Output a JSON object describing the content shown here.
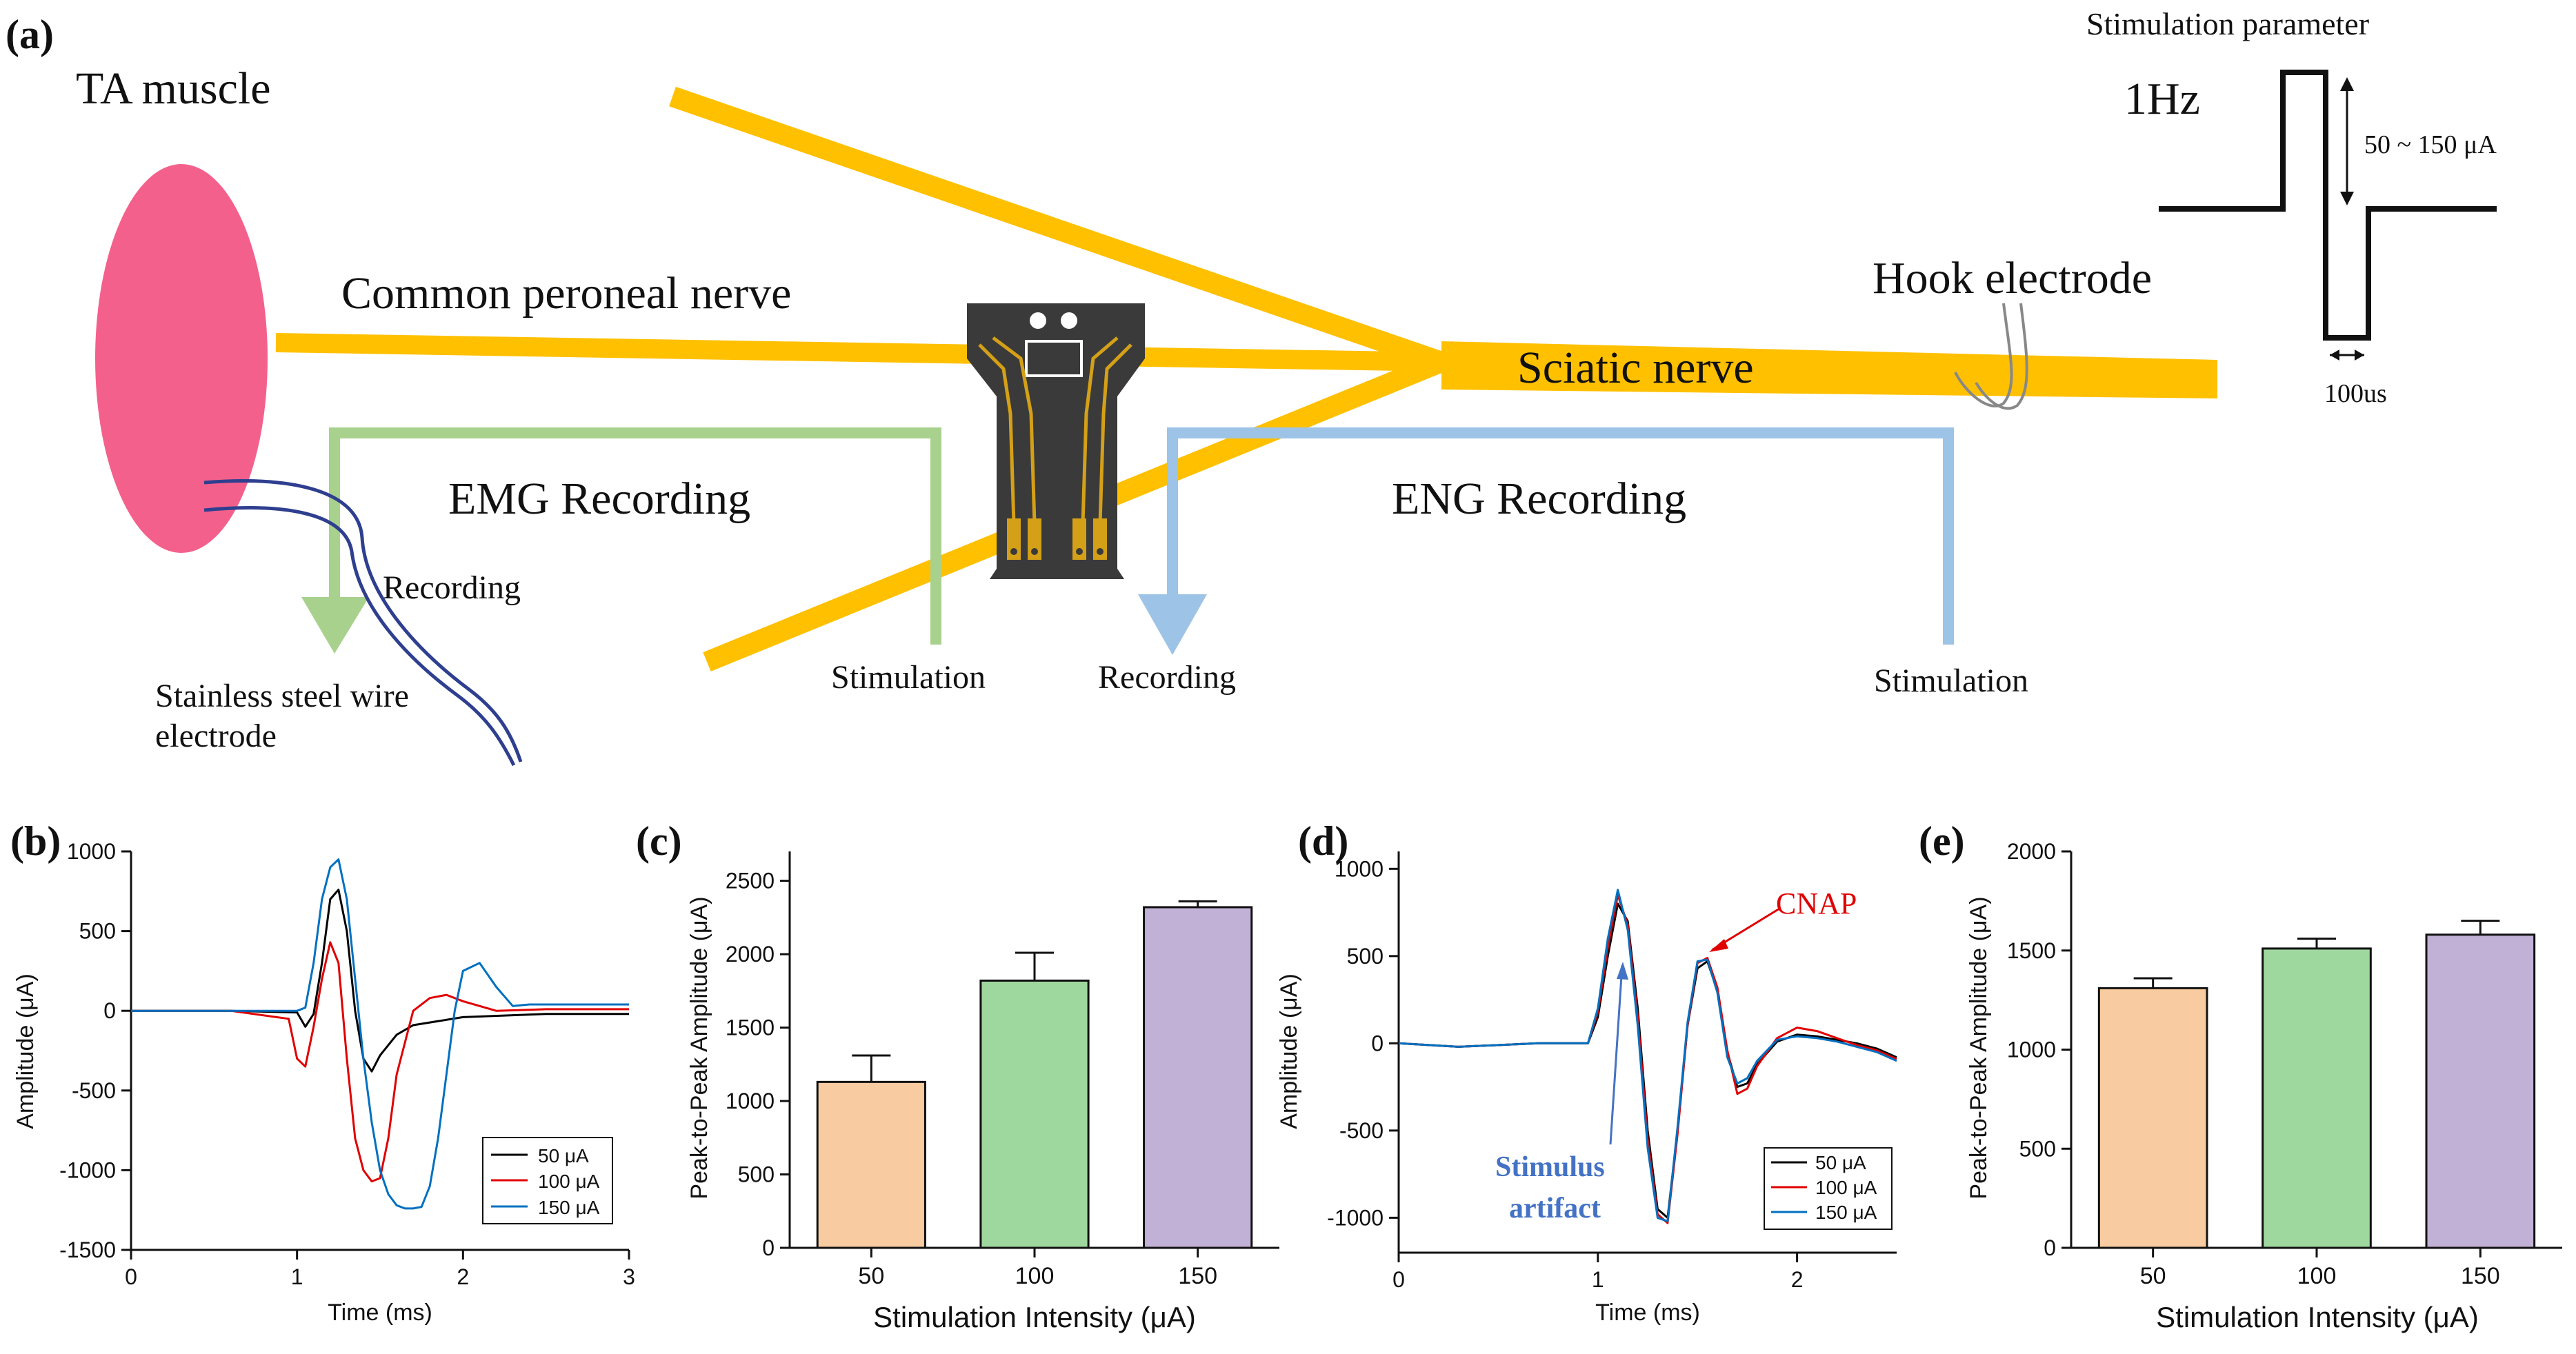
{
  "panels": {
    "a": "(a)",
    "b": "(b)",
    "c": "(c)",
    "d": "(d)",
    "e": "(e)"
  },
  "diagram": {
    "ta_muscle": "TA muscle",
    "common_peroneal": "Common peroneal nerve",
    "sciatic": "Sciatic nerve",
    "hook_electrode": "Hook electrode",
    "emg_recording": "EMG Recording",
    "eng_recording": "ENG Recording",
    "recording_wire": "Recording",
    "steel_wire_1": "Stainless steel wire",
    "steel_wire_2": "electrode",
    "emg_stimulation": "Stimulation",
    "eng_recording_label": "Recording",
    "eng_stimulation": "Stimulation",
    "stim_param_title": "Stimulation parameter",
    "stim_freq": "1Hz",
    "stim_amp": "50 ~ 150 μA",
    "stim_width": "100us",
    "colors": {
      "muscle": "#f4608c",
      "nerve": "#ffc000",
      "emg": "#a9d18e",
      "eng": "#9dc3e6"
    }
  },
  "chart_data": [
    {
      "id": "b",
      "type": "line",
      "xlabel": "Time (ms)",
      "ylabel": "Amplitude (μA)",
      "xlim": [
        0,
        3
      ],
      "ylim": [
        -1500,
        1000
      ],
      "xticks": [
        "0",
        "1",
        "2",
        "3"
      ],
      "yticks": [
        "-1500",
        "-1000",
        "-500",
        "0",
        "500",
        "1000"
      ],
      "legend": "bottom-right",
      "series": [
        {
          "name": "50 μA",
          "color": "#000000",
          "x": [
            0,
            0.6,
            1.0,
            1.05,
            1.1,
            1.15,
            1.2,
            1.25,
            1.3,
            1.35,
            1.4,
            1.45,
            1.5,
            1.6,
            1.7,
            2.0,
            2.5,
            3.0
          ],
          "y": [
            0,
            0,
            -10,
            -100,
            -20,
            300,
            700,
            760,
            500,
            0,
            -300,
            -380,
            -280,
            -150,
            -90,
            -40,
            -20,
            -20
          ]
        },
        {
          "name": "100 μA",
          "color": "#e00000",
          "x": [
            0,
            0.6,
            0.95,
            1.0,
            1.05,
            1.1,
            1.15,
            1.2,
            1.25,
            1.3,
            1.35,
            1.4,
            1.45,
            1.5,
            1.55,
            1.6,
            1.7,
            1.8,
            1.9,
            2.0,
            2.2,
            2.5,
            3.0
          ],
          "y": [
            0,
            0,
            -50,
            -300,
            -350,
            -100,
            200,
            430,
            300,
            -300,
            -800,
            -1000,
            -1070,
            -1050,
            -800,
            -400,
            0,
            80,
            100,
            60,
            0,
            10,
            10
          ]
        },
        {
          "name": "150 μA",
          "color": "#0070c0",
          "x": [
            0,
            0.6,
            1.0,
            1.05,
            1.1,
            1.15,
            1.2,
            1.25,
            1.3,
            1.35,
            1.4,
            1.45,
            1.5,
            1.55,
            1.6,
            1.65,
            1.7,
            1.75,
            1.8,
            1.85,
            1.9,
            1.95,
            2.0,
            2.1,
            2.2,
            2.3,
            2.4,
            2.5,
            3.0
          ],
          "y": [
            0,
            0,
            0,
            20,
            300,
            700,
            900,
            950,
            700,
            200,
            -300,
            -700,
            -1000,
            -1150,
            -1220,
            -1240,
            -1240,
            -1230,
            -1100,
            -800,
            -400,
            0,
            250,
            300,
            150,
            30,
            40,
            40,
            40
          ]
        }
      ]
    },
    {
      "id": "c",
      "type": "bar",
      "xlabel": "Stimulation Intensity (μA)",
      "ylabel": "Peak-to-Peak Amplitude (μA)",
      "ylim": [
        0,
        2700
      ],
      "categories": [
        "50",
        "100",
        "150"
      ],
      "values": [
        1130,
        1820,
        2320
      ],
      "errors": [
        180,
        190,
        40
      ],
      "colors": [
        "#f8cba1",
        "#9fd89f",
        "#c2b1d6"
      ],
      "yticks": [
        "0",
        "500",
        "1000",
        "1500",
        "2000",
        "2500"
      ]
    },
    {
      "id": "d",
      "type": "line",
      "xlabel": "Time (ms)",
      "ylabel": "Amplitude (μA)",
      "xlim": [
        0,
        2.5
      ],
      "ylim": [
        -1200,
        1100
      ],
      "xticks": [
        "0",
        "1",
        "2"
      ],
      "yticks": [
        "-1000",
        "-500",
        "0",
        "500",
        "1000"
      ],
      "legend": "bottom-right",
      "annotations": {
        "cnap": "CNAP",
        "stim1": "Stimulus",
        "stim2": "artifact"
      },
      "series": [
        {
          "name": "50 μA",
          "color": "#000000",
          "x": [
            0,
            0.3,
            0.7,
            0.95,
            1.0,
            1.05,
            1.1,
            1.15,
            1.2,
            1.25,
            1.3,
            1.35,
            1.4,
            1.45,
            1.5,
            1.55,
            1.6,
            1.65,
            1.7,
            1.75,
            1.8,
            1.9,
            2.0,
            2.1,
            2.2,
            2.3,
            2.4,
            2.5
          ],
          "y": [
            0,
            -20,
            0,
            0,
            150,
            500,
            800,
            700,
            200,
            -500,
            -950,
            -1000,
            -500,
            100,
            430,
            470,
            300,
            -50,
            -250,
            -230,
            -120,
            10,
            50,
            40,
            20,
            0,
            -30,
            -80
          ]
        },
        {
          "name": "100 μA",
          "color": "#e00000",
          "x": [
            0,
            0.3,
            0.7,
            0.95,
            1.0,
            1.05,
            1.1,
            1.15,
            1.2,
            1.25,
            1.3,
            1.35,
            1.4,
            1.45,
            1.5,
            1.55,
            1.6,
            1.65,
            1.7,
            1.75,
            1.8,
            1.9,
            2.0,
            2.1,
            2.2,
            2.3,
            2.4,
            2.5
          ],
          "y": [
            0,
            -20,
            0,
            0,
            180,
            550,
            850,
            680,
            150,
            -550,
            -980,
            -1030,
            -520,
            100,
            460,
            490,
            320,
            -40,
            -290,
            -260,
            -130,
            30,
            90,
            70,
            30,
            -10,
            -40,
            -90
          ]
        },
        {
          "name": "150 μA",
          "color": "#0070c0",
          "x": [
            0,
            0.3,
            0.7,
            0.95,
            1.0,
            1.05,
            1.1,
            1.15,
            1.2,
            1.25,
            1.3,
            1.35,
            1.4,
            1.45,
            1.5,
            1.55,
            1.6,
            1.65,
            1.7,
            1.75,
            1.8,
            1.9,
            2.0,
            2.1,
            2.2,
            2.3,
            2.4,
            2.5
          ],
          "y": [
            0,
            -20,
            0,
            0,
            200,
            600,
            880,
            650,
            100,
            -600,
            -1000,
            -1020,
            -480,
            120,
            470,
            480,
            290,
            -80,
            -230,
            -200,
            -100,
            20,
            40,
            30,
            10,
            -20,
            -50,
            -100
          ]
        }
      ]
    },
    {
      "id": "e",
      "type": "bar",
      "xlabel": "Stimulation Intensity (μA)",
      "ylabel": "Peak-to-Peak Amplitude (μA)",
      "ylim": [
        0,
        2000
      ],
      "categories": [
        "50",
        "100",
        "150"
      ],
      "values": [
        1310,
        1510,
        1580
      ],
      "errors": [
        50,
        50,
        70
      ],
      "colors": [
        "#f8cba1",
        "#9fd89f",
        "#c2b1d6"
      ],
      "yticks": [
        "0",
        "500",
        "1000",
        "1500",
        "2000"
      ]
    }
  ]
}
